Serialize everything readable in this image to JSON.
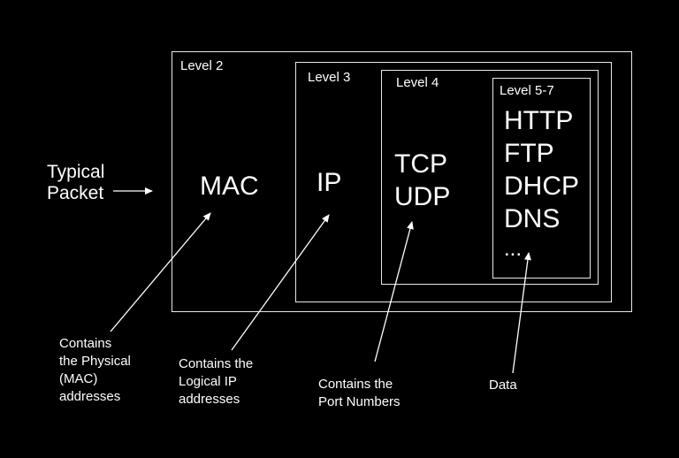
{
  "packet_label": [
    "Typical",
    "Packet"
  ],
  "levels": [
    {
      "label": "Level 2",
      "protocols": [
        "MAC"
      ],
      "note": "Contains\nthe Physical\n(MAC)\naddresses"
    },
    {
      "label": "Level 3",
      "protocols": [
        "IP"
      ],
      "note": "Contains the\nLogical IP\naddresses"
    },
    {
      "label": "Level 4",
      "protocols": [
        "TCP",
        "UDP"
      ],
      "note": "Contains the\nPort Numbers"
    },
    {
      "label": "Level 5-7",
      "protocols": [
        "HTTP",
        "FTP",
        "DHCP",
        "DNS",
        "..."
      ],
      "note": "Data"
    }
  ],
  "colors": {
    "background": "#000000",
    "foreground": "#ffffff"
  }
}
